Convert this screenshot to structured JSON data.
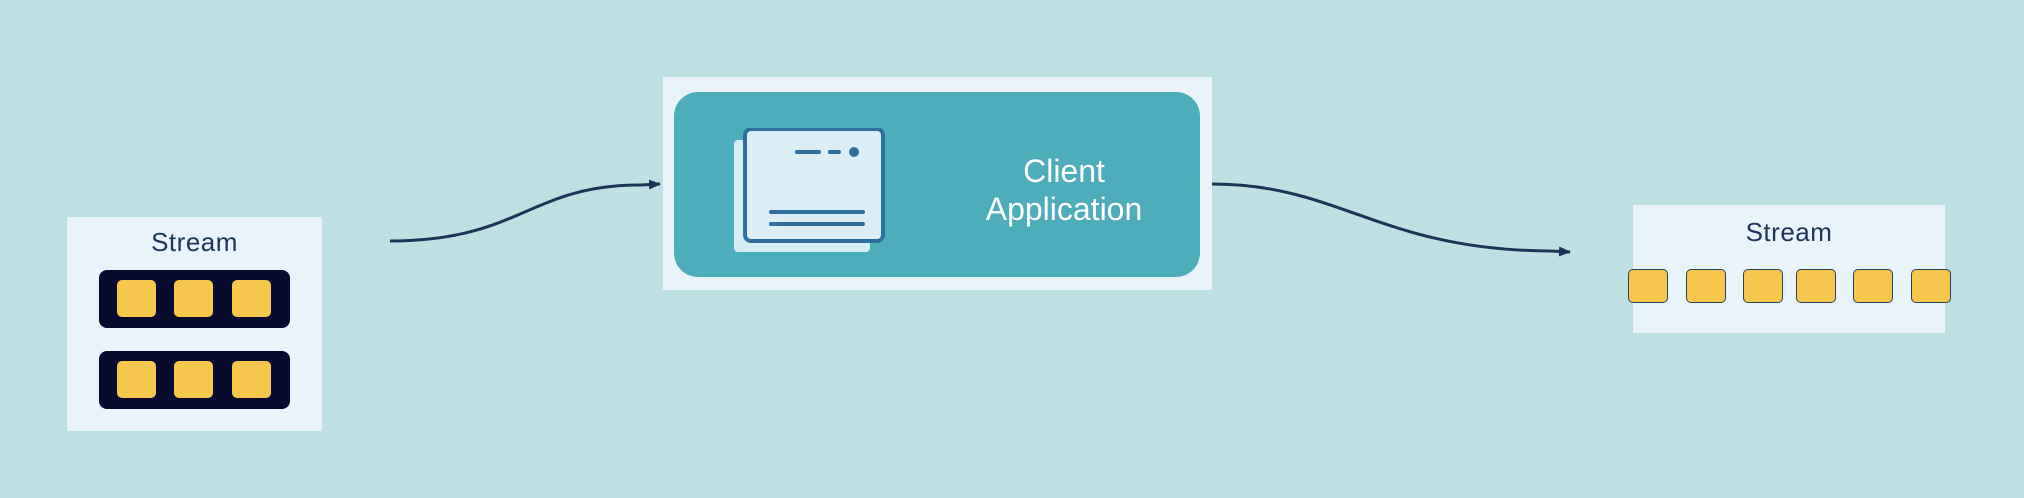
{
  "source_stream": {
    "title": "Stream",
    "partitions": [
      {
        "records": 3
      },
      {
        "records": 3
      }
    ]
  },
  "processor": {
    "line1": "Client",
    "line2": "Application",
    "icon": "app-window-icon"
  },
  "output_stream": {
    "title": "Stream",
    "records": 6
  },
  "colors": {
    "background": "#bde1e3",
    "panel": "#e9f4fa",
    "client_box": "#4dadba",
    "record": "#f7c64c",
    "partition": "#080a2e",
    "arrow": "#1c3557"
  }
}
